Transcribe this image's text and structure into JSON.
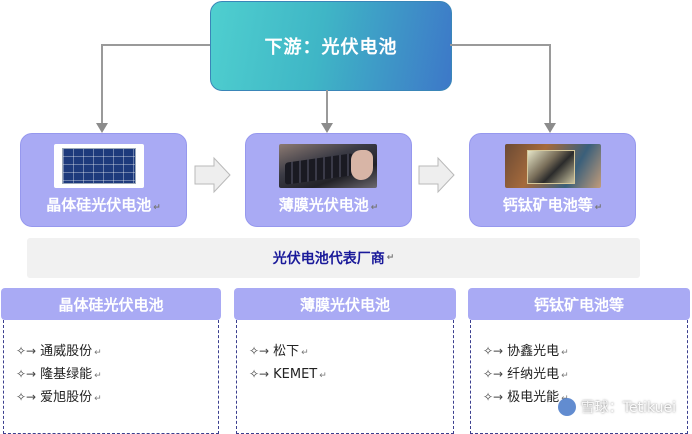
{
  "top_node": {
    "label": "下游：光伏电池"
  },
  "categories": [
    {
      "label": "晶体硅光伏电池",
      "image": "crystalline-silicon-panel-photo"
    },
    {
      "label": "薄膜光伏电池",
      "image": "thin-film-cell-photo"
    },
    {
      "label": "钙钛矿电池等",
      "image": "perovskite-cell-photo"
    }
  ],
  "band": {
    "label": "光伏电池代表厂商"
  },
  "lists": [
    {
      "header": "晶体硅光伏电池",
      "items": [
        "通威股份",
        "隆基绿能",
        "爱旭股份"
      ]
    },
    {
      "header": "薄膜光伏电池",
      "items": [
        "松下",
        "KEMET"
      ]
    },
    {
      "header": "钙钛矿电池等",
      "items": [
        "协鑫光电",
        "纤纳光电",
        "极电光能"
      ]
    }
  ],
  "watermark": {
    "text": "雪球：Tetikuei"
  },
  "glyphs": {
    "bullet": "✧→",
    "paragraph_mark": "↵"
  },
  "colors": {
    "node_fill": "#a9aaf4",
    "top_gradient_start": "#4fcfcf",
    "top_gradient_end": "#3d78c8",
    "band_text": "#1a1a9a"
  }
}
